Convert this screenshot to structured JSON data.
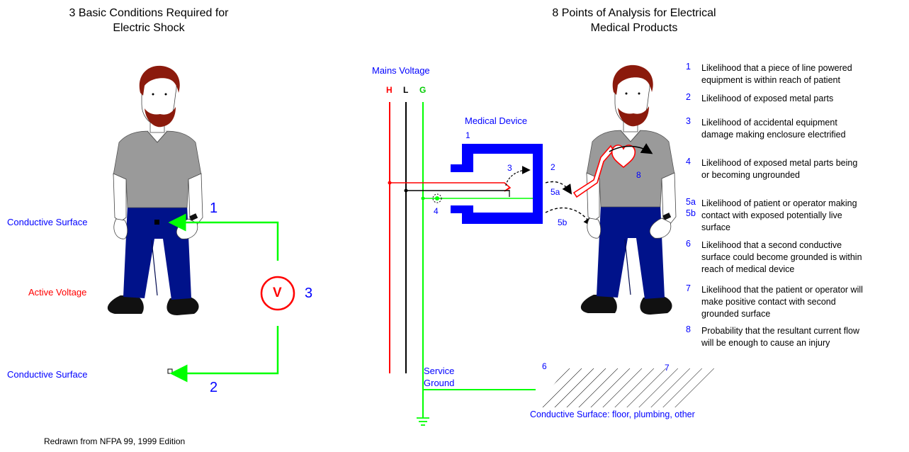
{
  "left_panel": {
    "title_line1": "3 Basic Conditions Required for",
    "title_line2": "Electric Shock",
    "conductive_surface_top": "Conductive Surface",
    "active_voltage": "Active Voltage",
    "conductive_surface_bottom": "Conductive Surface",
    "meter_symbol": "V",
    "num_1": "1",
    "num_2": "2",
    "num_3": "3"
  },
  "right_panel": {
    "title_line1": "8 Points of Analysis for Electrical",
    "title_line2": "Medical Products",
    "mains_voltage": "Mains Voltage",
    "h": "H",
    "l": "L",
    "g": "G",
    "medical_device": "Medical Device",
    "service_ground_line1": "Service",
    "service_ground_line2": "Ground",
    "floor_label": "Conductive Surface: floor, plumbing, other",
    "markers": {
      "m1": "1",
      "m2": "2",
      "m3": "3",
      "m4": "4",
      "m5a": "5a",
      "m5b": "5b",
      "m6": "6",
      "m7": "7",
      "m8": "8"
    }
  },
  "analysis_points": [
    {
      "num": "1",
      "text": "Likelihood that a piece of line powered\nequipment is within reach of patient"
    },
    {
      "num": "2",
      "text": "Likelihood of exposed metal parts"
    },
    {
      "num": "3",
      "text": "Likelihood of accidental equipment\ndamage making enclosure electrified"
    },
    {
      "num": "4",
      "text": "Likelihood of exposed metal parts being\nor becoming ungrounded"
    },
    {
      "num": "5a\n5b",
      "text": "Likelihood of patient or operator making\ncontact with exposed potentially live\nsurface"
    },
    {
      "num": "6",
      "text": "Likelihood that a second conductive\nsurface could become grounded is within\nreach of medical device"
    },
    {
      "num": "7",
      "text": "Likelihood that the patient or operator will\nmake positive contact with second\ngrounded surface"
    },
    {
      "num": "8",
      "text": "Probability that the resultant current flow\nwill be enough to cause an injury"
    }
  ],
  "footer": "Redrawn from NFPA 99, 1999 Edition",
  "colors": {
    "wire_hot": "#ff0000",
    "wire_line": "#000000",
    "wire_ground": "#00ff00",
    "device": "#0000ff",
    "label_blue": "#0000ff",
    "label_red": "#ff0000",
    "hair": "#8b1a0c",
    "skin": "#ffffff",
    "shirt": "#999999",
    "pants": "#00128a",
    "shoes": "#111111"
  },
  "icons": [
    "person-figure",
    "voltmeter-icon",
    "ground-symbol-icon",
    "heart-icon",
    "hatched-floor"
  ]
}
